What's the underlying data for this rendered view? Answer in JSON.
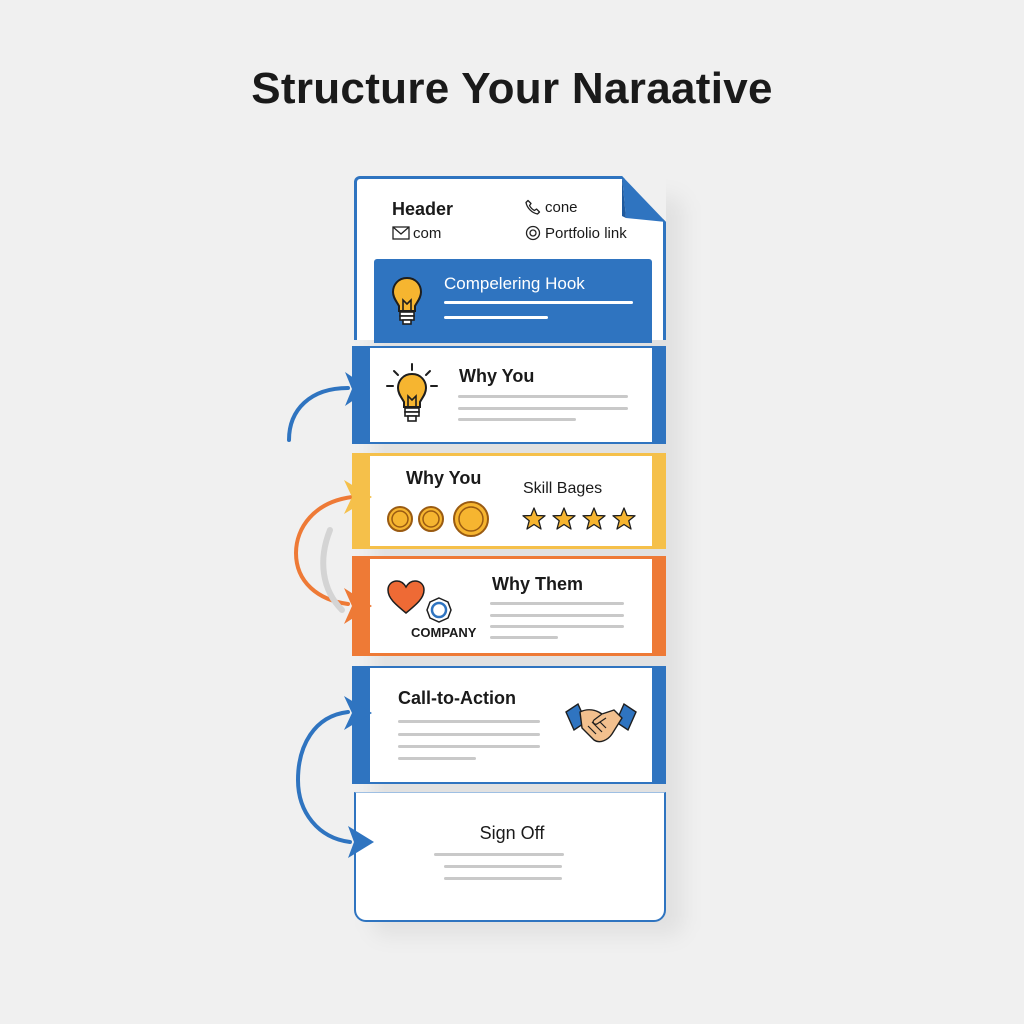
{
  "title": "Structure Your Naraative",
  "header": {
    "heading": "Header",
    "phone_text": "cone",
    "email_text": "com",
    "portfolio_text": "Portfolio link",
    "hook_label": "Compelering Hook"
  },
  "sections": {
    "why_you_1": {
      "label": "Why You"
    },
    "why_you_2": {
      "label": "Why You",
      "skill_label": "Skill Bages"
    },
    "why_them": {
      "label": "Why Them",
      "company_label": "COMPANY"
    },
    "cta": {
      "label": "Call-to-Action"
    },
    "sign_off": {
      "label": "Sign Off"
    }
  },
  "colors": {
    "blue": "#2f74c0",
    "yellow": "#f5c04a",
    "orange": "#ee7a36",
    "bulb": "#f6b530",
    "heart": "#ee6a35"
  },
  "icons": [
    "phone-icon",
    "mail-icon",
    "portfolio-icon",
    "lightbulb-icon",
    "coin-icon",
    "star-icon",
    "heart-icon",
    "company-gear-icon",
    "handshake-icon",
    "curved-arrow-icon"
  ]
}
